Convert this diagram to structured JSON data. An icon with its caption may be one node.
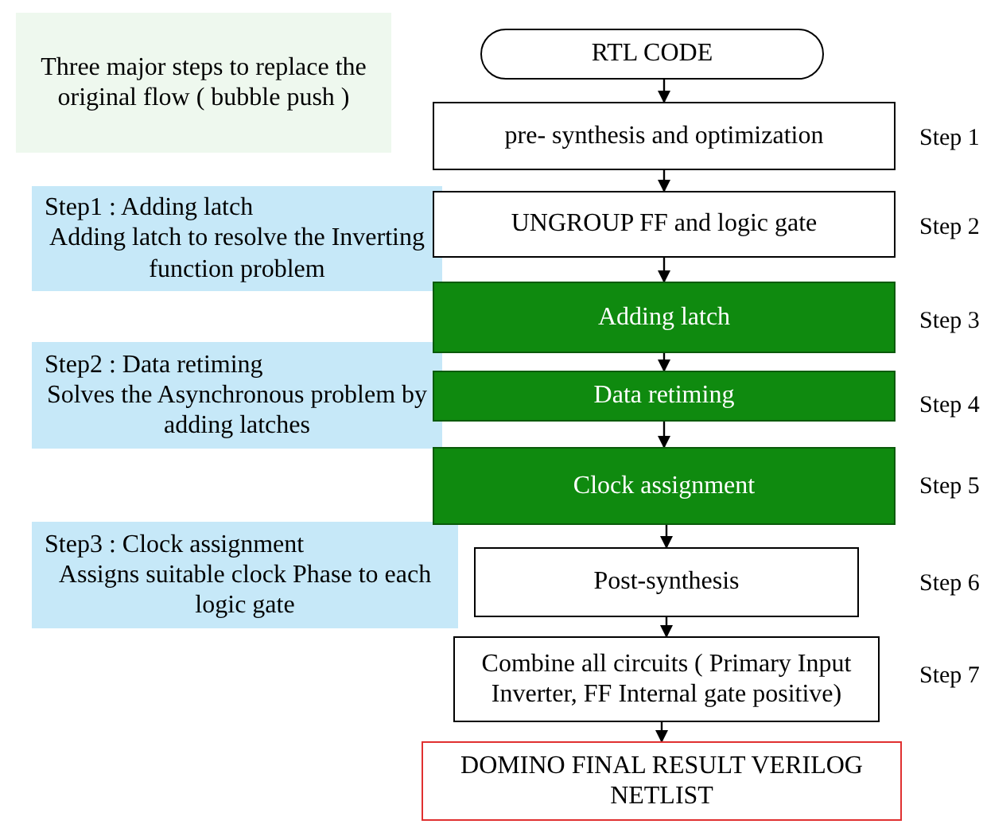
{
  "diagram": {
    "nodes": [
      {
        "text": [
          "Three major steps to replace the original flow ( bubble push )"
        ]
      },
      {
        "text": [
          "Step1 : Adding latch",
          "Adding latch to resolve the Inverting function problem"
        ]
      },
      {
        "text": [
          "Step2 : Data retiming",
          "Solves the Asynchronous problem by adding latches"
        ]
      },
      {
        "text": [
          "Step3 : Clock assignment",
          "Assigns suitable clock Phase to each logic gate"
        ]
      },
      {
        "text": [
          "RTL CODE"
        ]
      },
      {
        "text": [
          "pre- synthesis and optimization"
        ],
        "beside": [
          "Step 1"
        ]
      },
      {
        "text": [
          "UNGROUP FF and logic gate"
        ],
        "beside": [
          "Step 2"
        ]
      },
      {
        "text": [
          "Adding latch"
        ],
        "beside": [
          "Step 3"
        ]
      },
      {
        "text": [
          "Data retiming"
        ],
        "beside": [
          "Step 4"
        ]
      },
      {
        "text": [
          "Clock assignment"
        ],
        "beside": [
          "Step 5"
        ]
      },
      {
        "text": [
          "Post-synthesis"
        ],
        "beside": [
          "Step 6"
        ]
      },
      {
        "text": [
          "Combine all circuits ( Primary Input Inverter, FF Internal gate positive)"
        ],
        "beside": [
          "Step 7"
        ]
      },
      {
        "text": [
          "DOMINO FINAL RESULT VERILOG NETLIST"
        ]
      }
    ],
    "edges": [
      {
        "from": 4,
        "to": 5,
        "arrow": "to"
      },
      {
        "from": 5,
        "to": 6,
        "arrow": "to"
      },
      {
        "from": 6,
        "to": 7,
        "arrow": "to"
      },
      {
        "from": 7,
        "to": 8,
        "arrow": "to"
      },
      {
        "from": 8,
        "to": 9,
        "arrow": "to"
      },
      {
        "from": 9,
        "to": 10,
        "arrow": "to"
      },
      {
        "from": 10,
        "to": 11,
        "arrow": "to"
      },
      {
        "from": 11,
        "to": 12,
        "arrow": "to"
      }
    ]
  }
}
